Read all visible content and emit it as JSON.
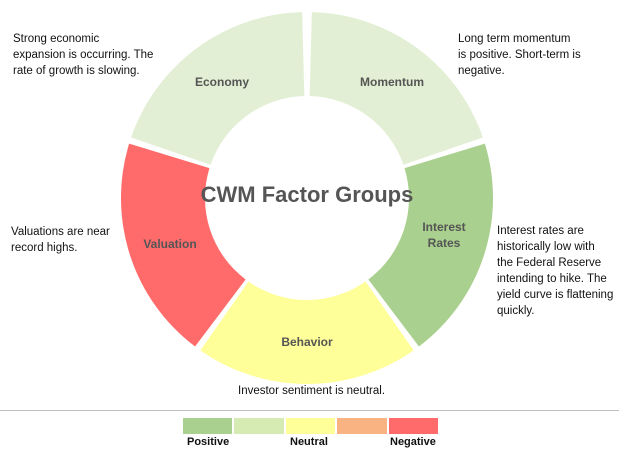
{
  "diagram": {
    "title": "CWM Factor Groups",
    "segments": [
      {
        "id": "economy",
        "label_lines": [
          "Economy"
        ],
        "color": "#e2efd4",
        "status": "Positive (light)"
      },
      {
        "id": "momentum",
        "label_lines": [
          "Momentum"
        ],
        "color": "#e2efd4",
        "status": "Positive (light)"
      },
      {
        "id": "interest-rates",
        "label_lines": [
          "Interest",
          "Rates"
        ],
        "color": "#a9d08e",
        "status": "Positive"
      },
      {
        "id": "behavior",
        "label_lines": [
          "Behavior"
        ],
        "color": "#ffff99",
        "status": "Neutral"
      },
      {
        "id": "valuation",
        "label_lines": [
          "Valuation"
        ],
        "color": "#ff6b6b",
        "status": "Negative"
      }
    ]
  },
  "notes": {
    "economy": [
      "Strong economic",
      "expansion is occurring. The",
      "rate of growth is slowing."
    ],
    "momentum": [
      "Long term momentum",
      "is positive. Short-term is",
      "negative."
    ],
    "interest_rates": [
      "Interest rates are",
      "historically low with",
      "the Federal Reserve",
      "intending to hike. The",
      "yield curve is flattening",
      "quickly."
    ],
    "valuation": [
      "Valuations are near",
      "record highs."
    ],
    "behavior": [
      "Investor sentiment is neutral."
    ]
  },
  "legend": {
    "swatches": [
      "#a9d08e",
      "#d6ebb4",
      "#ffff99",
      "#f9b382",
      "#ff6b6b"
    ],
    "labels": {
      "positive": "Positive",
      "neutral": "Neutral",
      "negative": "Negative"
    }
  }
}
